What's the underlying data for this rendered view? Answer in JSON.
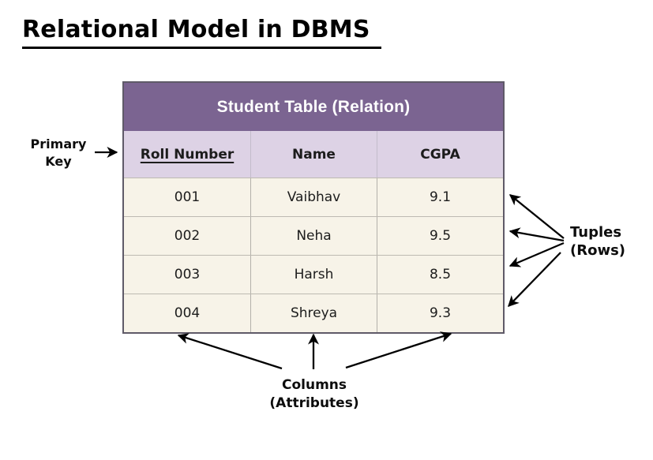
{
  "page": {
    "title": "Relational Model in DBMS"
  },
  "table": {
    "title": "Student Table (Relation)",
    "columns": [
      "Roll Number",
      "Name",
      "CGPA"
    ],
    "rows": [
      [
        "001",
        "Vaibhav",
        "9.1"
      ],
      [
        "002",
        "Neha",
        "9.5"
      ],
      [
        "003",
        "Harsh",
        "8.5"
      ],
      [
        "004",
        "Shreya",
        "9.3"
      ]
    ]
  },
  "labels": {
    "primary_key": {
      "line1": "Primary",
      "line2": "Key"
    },
    "tuples": {
      "line1": "Tuples",
      "line2": "(Rows)"
    },
    "columns": {
      "line1": "Columns",
      "line2": "(Attributes)"
    }
  },
  "colors": {
    "table_header_bg": "#7b6491",
    "column_header_bg": "#ddd2e5",
    "row_bg": "#f7f3e8",
    "table_border": "#5f5a68",
    "arrow": "#000000",
    "title_text": "#000000",
    "header_text": "#ffffff"
  }
}
